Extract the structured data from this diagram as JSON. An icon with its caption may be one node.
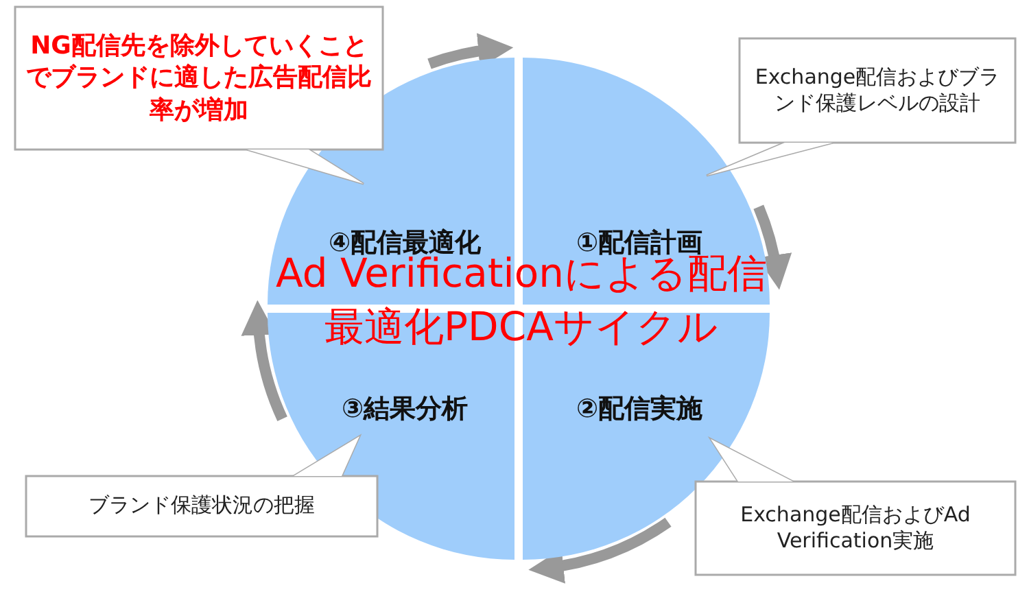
{
  "diagram": {
    "nodes": [
      {
        "text": [
          "④配信最適化"
        ]
      },
      {
        "text": [
          "①配信計画"
        ]
      },
      {
        "text": [
          "②配信実施"
        ]
      },
      {
        "text": [
          "③結果分析"
        ]
      },
      {
        "text": [
          "NG配信先を除外していくことでブランドに適した広告配信比率が増加"
        ]
      },
      {
        "text": [
          "Exchange配信およびブランド保護レベルの設計"
        ]
      },
      {
        "text": [
          "Exchange配信およびAd Verification実施"
        ]
      },
      {
        "text": [
          "ブランド保護状況の把握"
        ]
      }
    ],
    "edges": [
      {
        "from": 0,
        "to": 1,
        "arrow": "to"
      },
      {
        "from": 1,
        "to": 2,
        "arrow": "to"
      },
      {
        "from": 2,
        "to": 3,
        "arrow": "to"
      },
      {
        "from": 3,
        "to": 0,
        "arrow": "to"
      }
    ],
    "labels": [
      "Ad Verificationによる配信最適化PDCAサイクル"
    ]
  }
}
